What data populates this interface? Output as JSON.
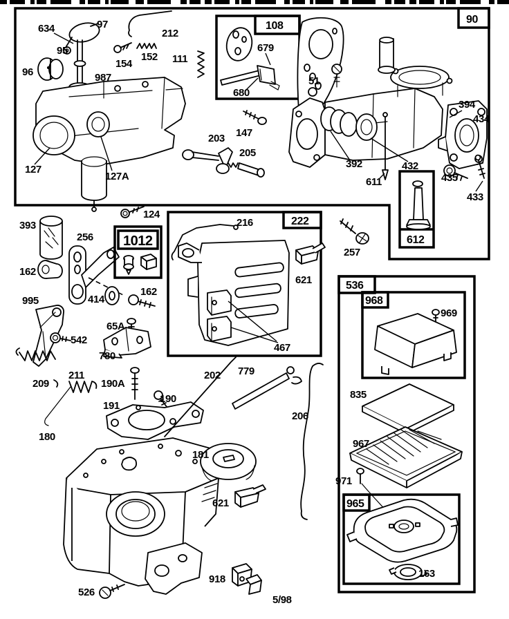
{
  "page": {
    "footer_date": "5/98",
    "ink_color": "#000000",
    "paper_color": "#ffffff"
  },
  "boxes": {
    "carb_group": {
      "ref": "90"
    },
    "choke_kit": {
      "ref": "108"
    },
    "needle_valve_kit": {
      "ref": "612"
    },
    "control_bracket_kit": {
      "ref": "222"
    },
    "jet_kit": {
      "ref": "1012"
    },
    "air_cleaner_group": {
      "ref": "536"
    },
    "air_cleaner_cover_kit": {
      "ref": "968"
    },
    "air_cleaner_base_kit": {
      "ref": "965"
    }
  },
  "parts": {
    "p51": "51",
    "p65A": "65A",
    "p95": "95",
    "p96": "96",
    "p97": "97",
    "p111": "111",
    "p124": "124",
    "p127": "127",
    "p127A": "127A",
    "p147": "147",
    "p152": "152",
    "p154": "154",
    "p162": "162",
    "p163": "163",
    "p180": "180",
    "p181": "181",
    "p190": "190",
    "p190A": "190A",
    "p191": "191",
    "p202": "202",
    "p203": "203",
    "p205": "205",
    "p206": "206",
    "p209": "209",
    "p211": "211",
    "p212": "212",
    "p216": "216",
    "p256": "256",
    "p257": "257",
    "p392": "392",
    "p393": "393",
    "p394": "394",
    "p414": "414",
    "p432": "432",
    "p433": "433",
    "p434": "434",
    "p435": "435",
    "p467": "467",
    "p526": "526",
    "p542": "542",
    "p611": "611",
    "p621": "621",
    "p634": "634",
    "p679": "679",
    "p680": "680",
    "p779": "779",
    "p780": "780",
    "p835": "835",
    "p918": "918",
    "p967": "967",
    "p969": "969",
    "p971": "971",
    "p987": "987",
    "p995": "995"
  }
}
